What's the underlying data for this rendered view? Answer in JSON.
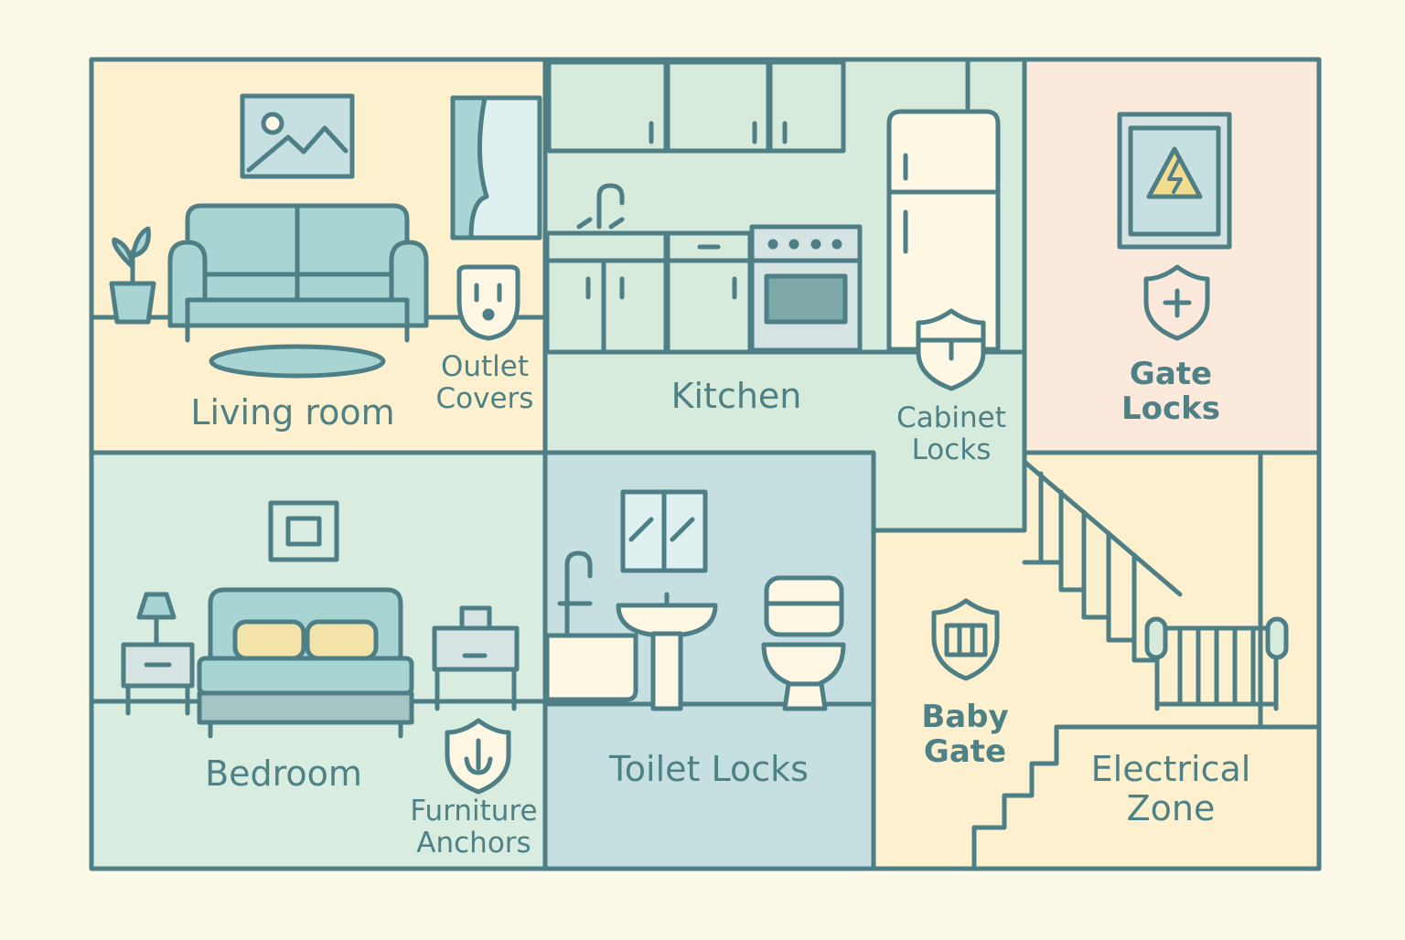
{
  "colors": {
    "outline": "#4e7f86",
    "text": "#4e8186",
    "background": "#fdf9e9",
    "living_room_fill": "#fdf0cf",
    "kitchen_fill": "#d6ebdc",
    "right_top_fill": "#fbeadb",
    "bedroom_fill": "#d9ece0",
    "bathroom_fill": "#c6e0e2",
    "stairs_fill": "#fdf0cf",
    "furniture_fill": "#a8d4d3",
    "appliance_fill": "#fdf7e3"
  },
  "rooms": {
    "living_room": {
      "label": "Living room"
    },
    "kitchen": {
      "label": "Kitchen"
    },
    "bedroom": {
      "label": "Bedroom"
    },
    "bathroom": {
      "label": "Toilet Locks"
    },
    "stairs": {
      "label_line1": "Electrical",
      "label_line2": "Zone"
    }
  },
  "safety_items": {
    "outlet_covers": {
      "line1": "Outlet",
      "line2": "Covers",
      "icon": "outlet-cover-icon"
    },
    "cabinet_locks": {
      "line1": "Cabinet",
      "line2": "Locks",
      "icon": "cabinet-lock-shield-icon"
    },
    "gate_locks": {
      "line1": "Gate",
      "line2": "Locks",
      "icon": "plus-shield-icon"
    },
    "furniture_anchors": {
      "line1": "Furniture",
      "line2": "Anchors",
      "icon": "anchor-shield-icon"
    },
    "baby_gate": {
      "line1": "Baby",
      "line2": "Gate",
      "icon": "gate-shield-icon"
    }
  },
  "icons": [
    "picture-frame-icon",
    "window-curtain-icon",
    "plant-icon",
    "sofa-icon",
    "rug-icon",
    "kitchen-cabinets-icon",
    "sink-faucet-icon",
    "stove-oven-icon",
    "refrigerator-icon",
    "electrical-panel-icon",
    "high-voltage-warning-icon",
    "wall-frame-icon",
    "lamp-icon",
    "nightstand-icon",
    "bed-icon",
    "bathroom-window-icon",
    "bathtub-icon",
    "pedestal-sink-icon",
    "toilet-icon",
    "staircase-icon",
    "safety-gate-icon"
  ]
}
